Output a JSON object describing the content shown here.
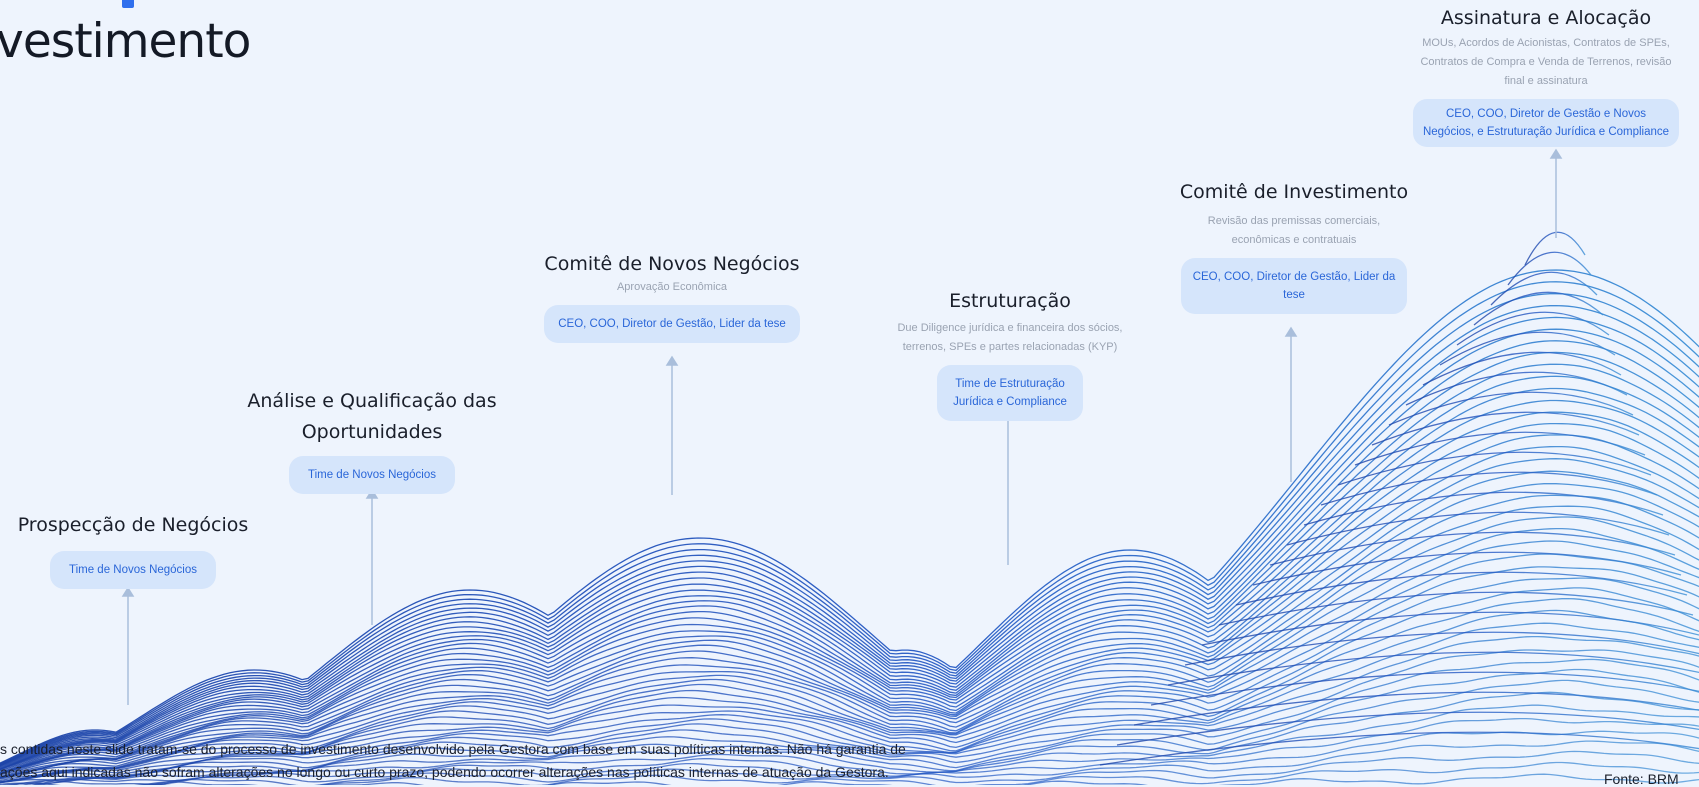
{
  "header": {
    "title": "vestimento"
  },
  "stages": [
    {
      "title": "Prospecção de Negócios",
      "description": "",
      "owner": "Time de Novos Negócios"
    },
    {
      "title": "Análise e Qualificação das Oportunidades",
      "description": "",
      "owner": "Time de Novos Negócios"
    },
    {
      "title": "Comitê de Novos Negócios",
      "description": "Aprovação Econômica",
      "owner": "CEO, COO, Diretor de Gestão, Lider da tese"
    },
    {
      "title": "Estruturação",
      "description": "Due Diligence jurídica e financeira dos sócios, terrenos, SPEs e partes relacionadas (KYP)",
      "owner": "Time de Estruturação Jurídica e Compliance"
    },
    {
      "title": "Comitê de Investimento",
      "description": "Revisão das premissas comerciais, econômicas e contratuais",
      "owner": "CEO, COO, Diretor de Gestão, Lider da tese"
    },
    {
      "title": "Assinatura e Alocação",
      "description": "MOUs, Acordos de Acionistas, Contratos de SPEs, Contratos de Compra e Venda de Terrenos, revisão final e assinatura",
      "owner": "CEO, COO, Diretor de Gestão e Novos Negócios, e Estruturação Jurídica e Compliance"
    }
  ],
  "footer": {
    "disclaimer_line1": "s contidas neste slide tratam-se do processo de investimento desenvolvido pela Gestora com base em suas políticas internas. Não há garantia de",
    "disclaimer_line2": "ações aqui indicadas não sofram alterações no longo ou curto prazo, podendo ocorrer alterações nas políticas internas de atuação da Gestora.",
    "source": "Fonte: BRM"
  },
  "colors": {
    "accent": "#2f6fed",
    "pill_bg": "#d5e5fb",
    "pill_text": "#2a66d8",
    "contour_left": "#1d44a8",
    "contour_right": "#3b8fd6",
    "background": "#eef4fd"
  }
}
